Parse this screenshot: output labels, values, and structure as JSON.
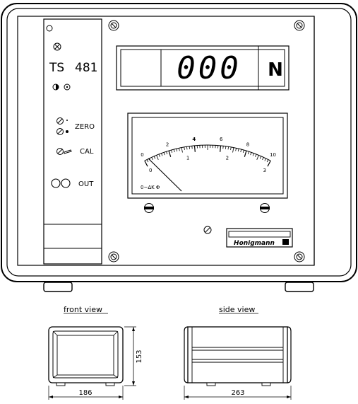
{
  "module": {
    "model_prefix": "TS",
    "model_number": "481",
    "zero_label": "ZERO",
    "cal_label": "CAL",
    "out_label": "OUT"
  },
  "display": {
    "digits": "000",
    "unit": "N"
  },
  "meter": {
    "upper_scale": [
      "0",
      "2",
      "4",
      "6",
      "8",
      "10"
    ],
    "lower_scale": [
      "0",
      "1",
      "2",
      "3"
    ],
    "marking": "0~ΔK Φ",
    "upper_max": 10,
    "lower_max": 3
  },
  "brand": {
    "name": "Honigmann"
  },
  "views": {
    "front_label": "front view",
    "side_label": "side view",
    "front_width": "186",
    "front_height": "153",
    "side_width": "263"
  }
}
